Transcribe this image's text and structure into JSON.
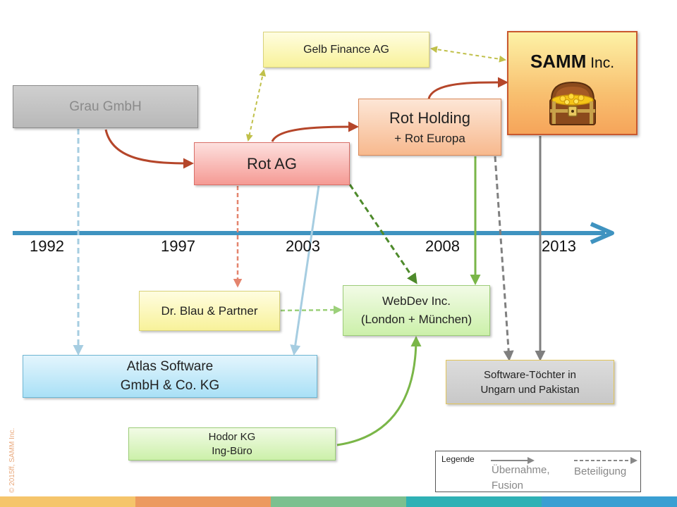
{
  "timeline": {
    "years": [
      "1992",
      "1997",
      "2003",
      "2008",
      "2013"
    ]
  },
  "nodes": {
    "gelb": "Gelb Finance AG",
    "grau": "Grau GmbH",
    "rot_ag": "Rot AG",
    "rot_holding": {
      "line1": "Rot Holding",
      "line2": "+ Rot Europa"
    },
    "samm": {
      "name_bold": "SAMM",
      "name_suffix": " Inc.",
      "icon": "treasure-chest-icon"
    },
    "blau": "Dr. Blau & Partner",
    "webdev": {
      "line1": "WebDev Inc.",
      "line2": "(London + München)"
    },
    "atlas": {
      "line1": "Atlas Software",
      "line2": "GmbH & Co. KG"
    },
    "toechter": {
      "line1": "Software-Töchter in",
      "line2": "Ungarn und Pakistan"
    },
    "hodor": {
      "line1": "Hodor KG",
      "line2": "Ing-Büro"
    }
  },
  "legend": {
    "title": "Legende",
    "solid_label_1": "Übernahme,",
    "solid_label_2": "Fusion",
    "dashed_label": "Beteiligung"
  },
  "copyright": "© 2015ff, SAMM Inc.",
  "colors": {
    "timeline": "#3f93c0",
    "takeover_red": "#b5462a",
    "green": "#7ab648",
    "dark_green": "#4e8a2b",
    "gray": "#7f7f7f",
    "light_blue": "#a6cde1",
    "olive_dashed": "#c0c04a",
    "salmon_dashed": "#e4846e",
    "bottom_bar": [
      "#f5c56b",
      "#ec9a5f",
      "#7cc08f",
      "#2fb1b5",
      "#3a9fd2"
    ]
  }
}
